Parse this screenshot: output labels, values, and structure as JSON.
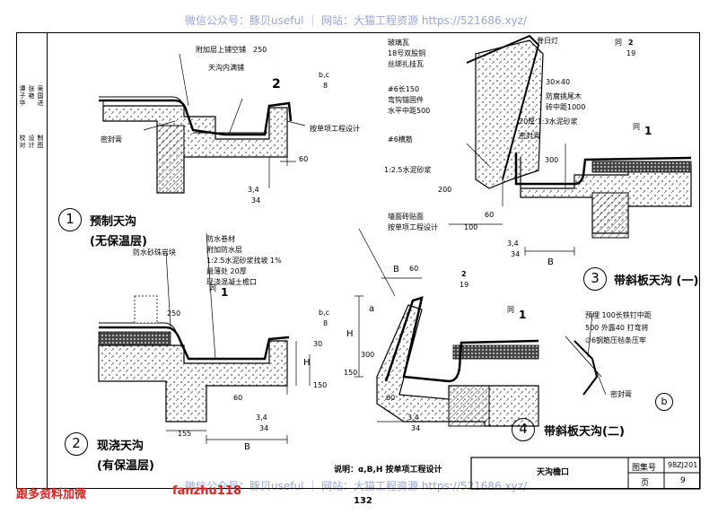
{
  "watermark": {
    "top": "微信公众号：豚贝useful ｜ 网站：大猫工程资源 https://521686.xyz/",
    "bottom": "微信公众号：豚贝useful ｜ 网站：大猫工程资源 https://521686.xyz/"
  },
  "footer": {
    "left_red": "跟多资料加微",
    "right_red": "fanzhu118",
    "page_number": "132"
  },
  "title_block": {
    "title": "天沟檐口",
    "atlas_label": "图集号",
    "atlas_value": "98ZJ201",
    "page_label": "页",
    "page_value": "9",
    "note": "说明：α,B,H 按单项工程设计"
  },
  "side_labels": [
    "校对",
    "设计",
    "制图",
    "谭子华",
    "张艳",
    "吴国进"
  ],
  "details": [
    {
      "num": "1",
      "title": "预制天沟",
      "subtitle": "(无保温层)"
    },
    {
      "num": "2",
      "title": "现浇天沟",
      "subtitle": "(有保温层)"
    },
    {
      "num": "3",
      "title": "带斜板天沟 (一)"
    },
    {
      "num": "4",
      "title": "带斜板天沟(二)"
    }
  ],
  "annotations": {
    "d1": {
      "a1": "附加层上铺空铺",
      "a2": "250",
      "a3": "天沟内满铺",
      "a4": "密封膏",
      "a5": "防水卷材",
      "a6": "附加防水层",
      "a7": "1:2.5水泥砂浆找坡 1%",
      "a8": "最薄处 20厚",
      "a9": "现浇混凝土檐口",
      "a10": "防水砂珠岩块",
      "a11": "250",
      "a12": "密封膏",
      "a13": "按单项工程设计",
      "a14": "60",
      "a15": "155",
      "a16": "B",
      "a17": "H",
      "a18": "30",
      "a19": "150",
      "a20": "60"
    },
    "d3": {
      "b1": "玻璃瓦",
      "b2": "18号双股铜",
      "b3": "丝绑扎挂瓦",
      "b4": "#6长150",
      "b5": "弯钩锚固件",
      "b6": "水平中距500",
      "b7": "#6横筋",
      "b8": "1:2.5水泥砂浆",
      "b9": "脊日灯",
      "b10": "30×40",
      "b11": "防腐挑尾木",
      "b12": "砖中距1000",
      "b13": "20厚 1:3水泥砂浆",
      "b14": "密封膏",
      "b15": "300",
      "b16": "200",
      "b17": "60",
      "b18": "100",
      "b19": "B",
      "b20": "墙面砖贴面",
      "b21": "按单项工程设计"
    },
    "d4": {
      "c1": "预埋 100长铁钉中距",
      "c2": "500 外露40 打弯将",
      "c3": "∅6钢筋压毡条压牢",
      "c4": "密封膏",
      "c5": "B",
      "c6": "60",
      "c7": "H",
      "c8": "300",
      "c9": "150",
      "c10": "a",
      "c11": "60",
      "c12": "b"
    }
  },
  "refs": {
    "r_bc": "b,c",
    "r_8": "8",
    "r_2": "2",
    "r_19": "19",
    "r_1": "1",
    "r_dash": "—",
    "r_34": "3,4",
    "r_34d": "34",
    "tong": "同"
  }
}
